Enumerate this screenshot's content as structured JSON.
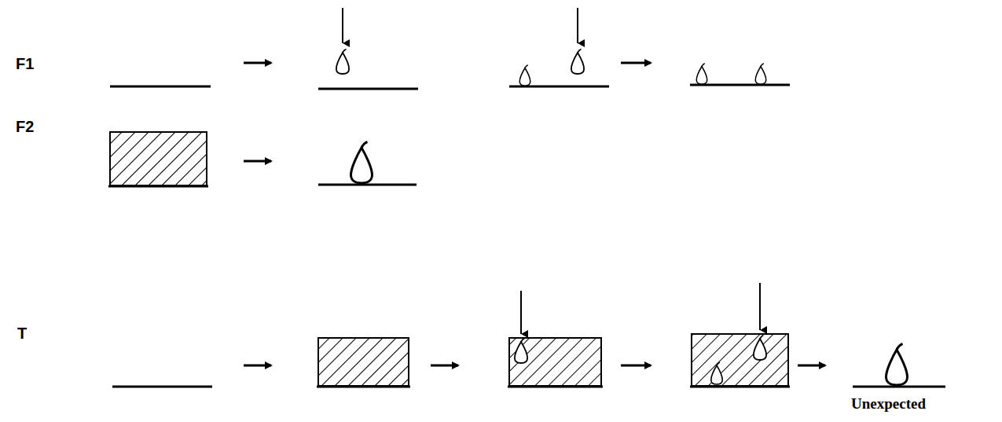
{
  "diagram": {
    "labels": [
      "F1",
      "F2",
      "T",
      "Unexpected"
    ]
  }
}
